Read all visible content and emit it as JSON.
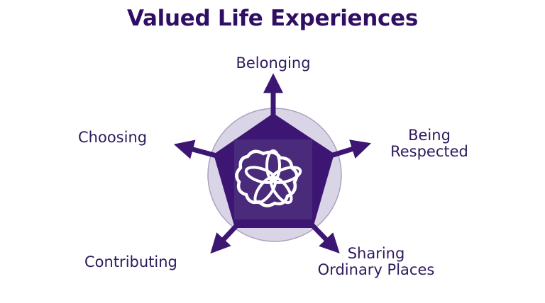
{
  "title": "Valued Life Experiences",
  "colors": {
    "title": "#2f0f63",
    "primary_purple": "#3d1673",
    "inner_square": "#4a2a7a",
    "circle_fill": "#d9d5e6",
    "circle_stroke": "#a9a3bd",
    "logo_white": "#ffffff",
    "label_text": "#2e1a5c"
  },
  "center_icon": "flower-knot-logo-icon",
  "nodes": [
    {
      "id": "belonging",
      "label": "Belonging",
      "direction": "top"
    },
    {
      "id": "being-respected",
      "label_line1": "Being",
      "label_line2": "Respected",
      "direction": "right"
    },
    {
      "id": "sharing-ordinary-places",
      "label_line1": "Sharing",
      "label_line2": "Ordinary Places",
      "direction": "bottom-right"
    },
    {
      "id": "contributing",
      "label": "Contributing",
      "direction": "bottom-left"
    },
    {
      "id": "choosing",
      "label": "Choosing",
      "direction": "left"
    }
  ]
}
